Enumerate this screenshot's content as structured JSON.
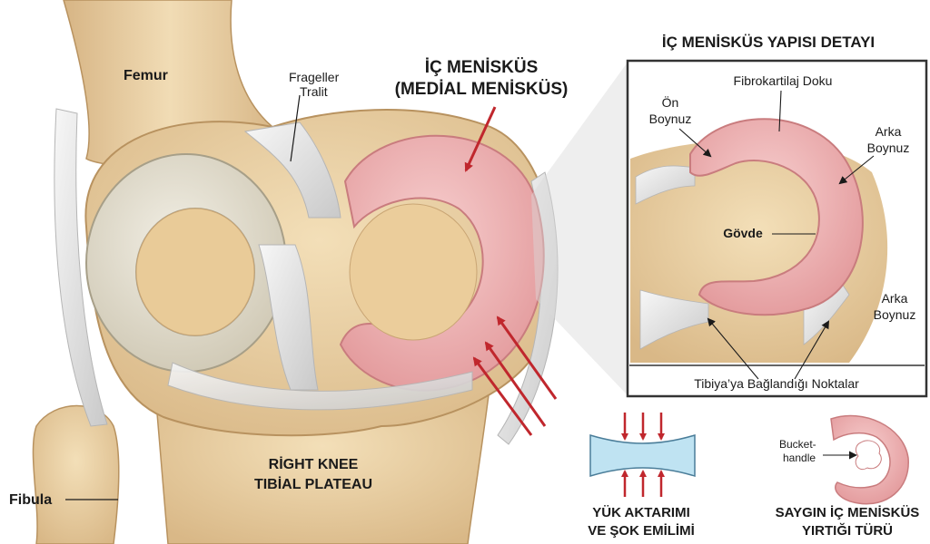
{
  "main": {
    "femur": "Femur",
    "fibula": "Fibula",
    "ligament_line1": "Frageller",
    "ligament_line2": "Tralit",
    "meniscus_title_line1": "İÇ MENİSKÜS",
    "meniscus_title_line2": "(MEDİAL MENİSKÜS)",
    "plateau_line1": "RİGHT KNEE",
    "plateau_line2": "TIBİAL PLATEAU"
  },
  "detail": {
    "title": "İÇ MENİSKÜS YAPISI DETAYI",
    "fibro": "Fibrokartilaj Doku",
    "on_boynuz_1": "Ön",
    "on_boynuz_2": "Boynuz",
    "arka1_1": "Arka",
    "arka1_2": "Boynuz",
    "govde": "Gövde",
    "arka2_1": "Arka",
    "arka2_2": "Boynuz",
    "tibia_points": "Tibiya’ya Bağlandığı Noktalar"
  },
  "load": {
    "line1": "YÜK AKTARIMI",
    "line2": "VE ŞOK EMİLİMİ"
  },
  "tear": {
    "bucket_1": "Bucket-",
    "bucket_2": "handle",
    "line1": "SAYGIN İÇ MENİSKÜS",
    "line2": "YIRTIĞI TÜRÜ"
  },
  "colors": {
    "bone": "#ecd2a6",
    "bone_dark": "#c9a574",
    "meniscus_pink": "#eeb0b0",
    "lateral_meniscus": "#e6e1d2",
    "ligament": "#e8e8e8",
    "arrow_red": "#c0272d",
    "spacer_blue": "#bfe3f2"
  }
}
